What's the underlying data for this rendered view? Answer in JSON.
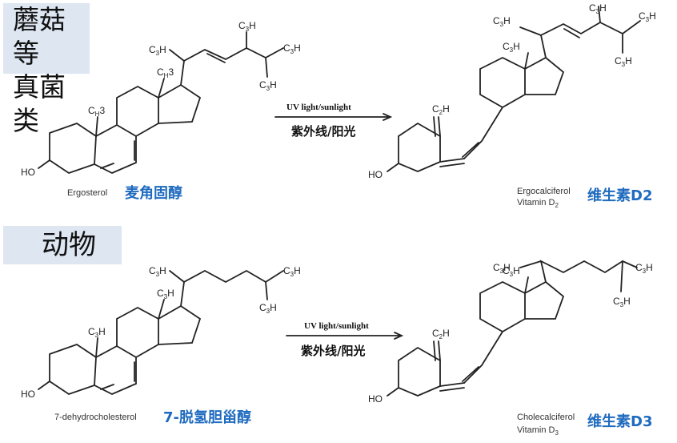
{
  "sections": {
    "fungi": "蘑菇等\n真菌类",
    "fungi_line1": "蘑菇等",
    "fungi_line2": "真菌类",
    "animal": "动物"
  },
  "top": {
    "reactant_name": "Ergosterol",
    "reactant_cn": "麦角固醇",
    "arrow_top": "UV light/sunlight",
    "arrow_bottom": "紫外线/阳光",
    "product_name": "Ergocalciferol",
    "product_name2": "Vitamin D",
    "product_sub": "2",
    "product_cn": "维生素D2"
  },
  "bottom": {
    "reactant_name": "7-dehydrocholesterol",
    "reactant_cn": "7-脱氢胆甾醇",
    "arrow_top": "UV light/sunlight",
    "arrow_bottom": "紫外线/阳光",
    "product_name": "Cholecalciferol",
    "product_name2": "Vitamin D",
    "product_sub": "3",
    "product_cn": "维生素D3"
  },
  "atoms": {
    "ho": "HO",
    "c": "C",
    "h3": "H",
    "three": "3",
    "h2": "H",
    "two": "2"
  }
}
